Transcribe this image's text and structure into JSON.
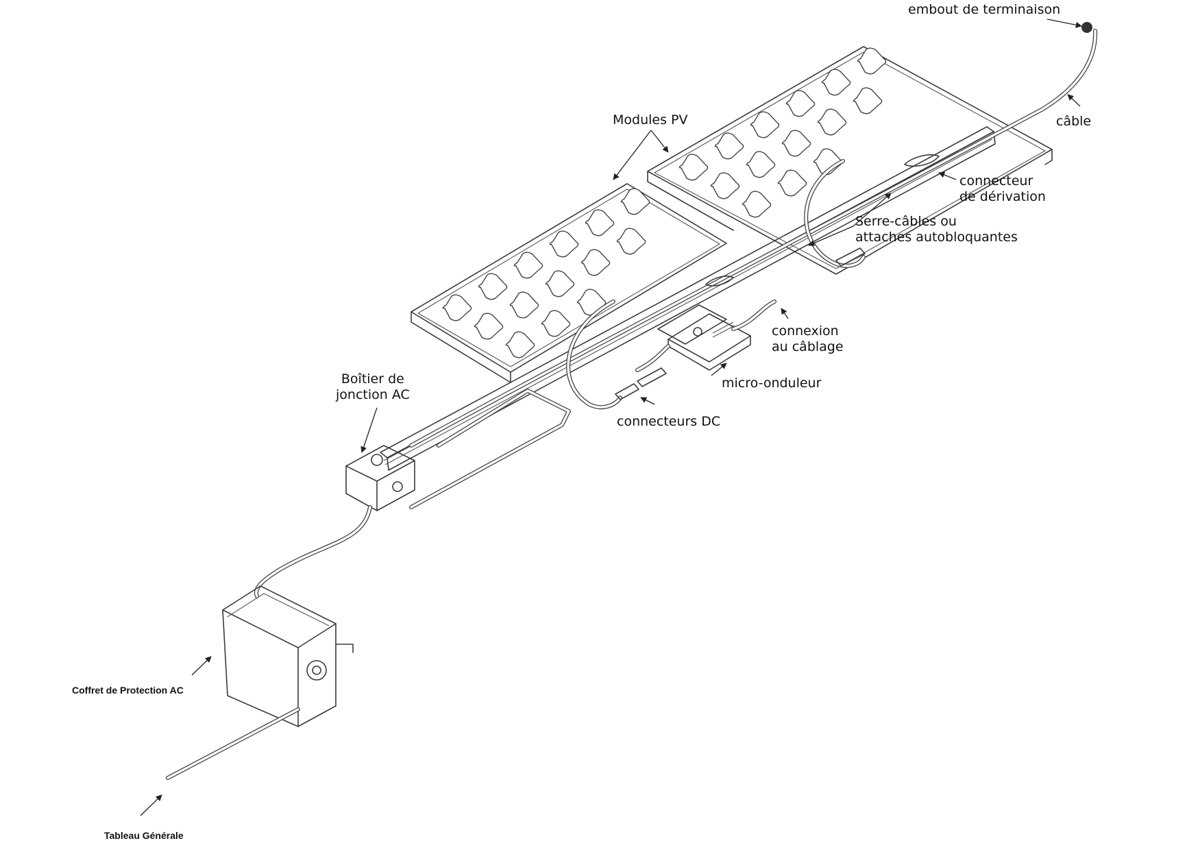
{
  "labels": {
    "embout": "embout de terminaison",
    "cable": "câble",
    "modules": "Modules PV",
    "connecteur_derivation": "connecteur\nde dérivation",
    "serre_cables": "Serre-câbles ou\nattaches autobloquantes",
    "connexion_cablage": "connexion\nau câblage",
    "micro_onduleur": "micro-onduleur",
    "boitier": "Boîtier de\njonction AC",
    "connecteurs_dc": "connecteurs DC",
    "coffret": "Coffret de Protection AC",
    "tableau": "Tableau Générale"
  }
}
